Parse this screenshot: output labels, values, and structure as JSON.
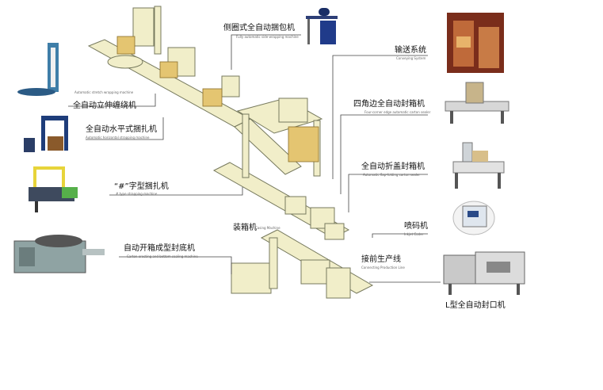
{
  "labels": {
    "side_wrapper": "侧圈式全自动捆包机",
    "conveyor": "输送系统",
    "four_corner_sealer": "四角边全自动封箱机",
    "auto_carton_sealer": "全自动折盖封箱机",
    "inkjet": "喷码机",
    "line_connect": "接前生产线",
    "l_sealer": "L型全自动封口机",
    "stretch_wrapper": "全自动立伸缠绕机",
    "horizontal_strapper": "全自动水平式捆扎机",
    "hash_strapper": "“#”字型捆扎机",
    "case_packer": "装箱机",
    "carton_erector": "自动开箱成型封底机"
  },
  "sublabels": {
    "side_wrapper": "Fully automatic side-wrapping machine",
    "conveyor": "Conveying System",
    "four_corner_sealer": "Four-corner edge automatic carton sealer",
    "auto_carton_sealer": "Automatic flap-folding carton sealer",
    "inkjet": "Inkjet Coder",
    "line_connect": "Connecting Production Line",
    "stretch_wrapper": "Automatic stretch wrapping machine",
    "horizontal_strapper": "Automatic horizontal strapping machine",
    "hash_strapper": "# type strapping machine",
    "case_packer": "Casing Machine",
    "carton_erector": "Carton erecting and bottom sealing machine"
  },
  "colors": {
    "machine_fill": "#f1eec9",
    "machine_stroke": "#777a5e",
    "box_fill": "#e4c571",
    "leader": "#444444"
  }
}
